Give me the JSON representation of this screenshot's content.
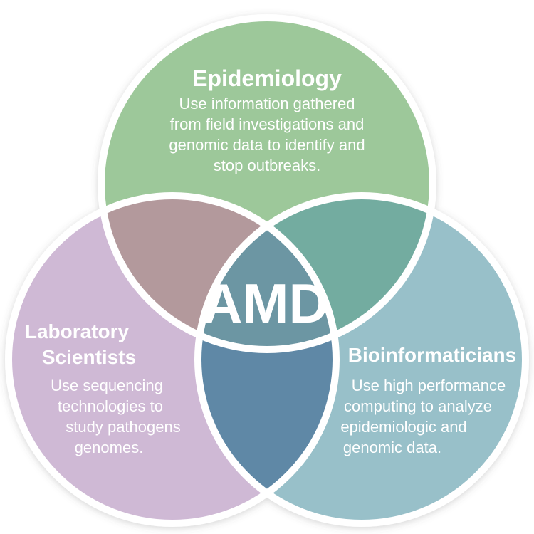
{
  "diagram": {
    "center_label": "AMD",
    "epidemiology": {
      "title": "Epidemiology",
      "body_lines": [
        "Use information gathered",
        "from field investigations and",
        "genomic data to identify and",
        "stop outbreaks."
      ]
    },
    "laboratory": {
      "title_lines": [
        "Laboratory",
        "Scientists"
      ],
      "body_lines": [
        "Use sequencing",
        "technologies to",
        "study pathogens",
        "genomes."
      ]
    },
    "bioinformatics": {
      "title": "Bioinformaticians",
      "body_lines": [
        "Use high performance",
        "computing to analyze",
        "epidemiologic and",
        "genomic data."
      ]
    }
  },
  "colors": {
    "epidemiology_circle": "#9dc89a",
    "laboratory_circle": "#cfb9d5",
    "bioinformatics_circle": "#98c0c9",
    "epi_lab_overlap": "#b3999c",
    "epi_bio_overlap": "#73aca0",
    "lab_bio_overlap": "#5e88a6",
    "center_overlap": "#6c96a3",
    "outline": "#ffffff",
    "text": "#ffffff"
  }
}
